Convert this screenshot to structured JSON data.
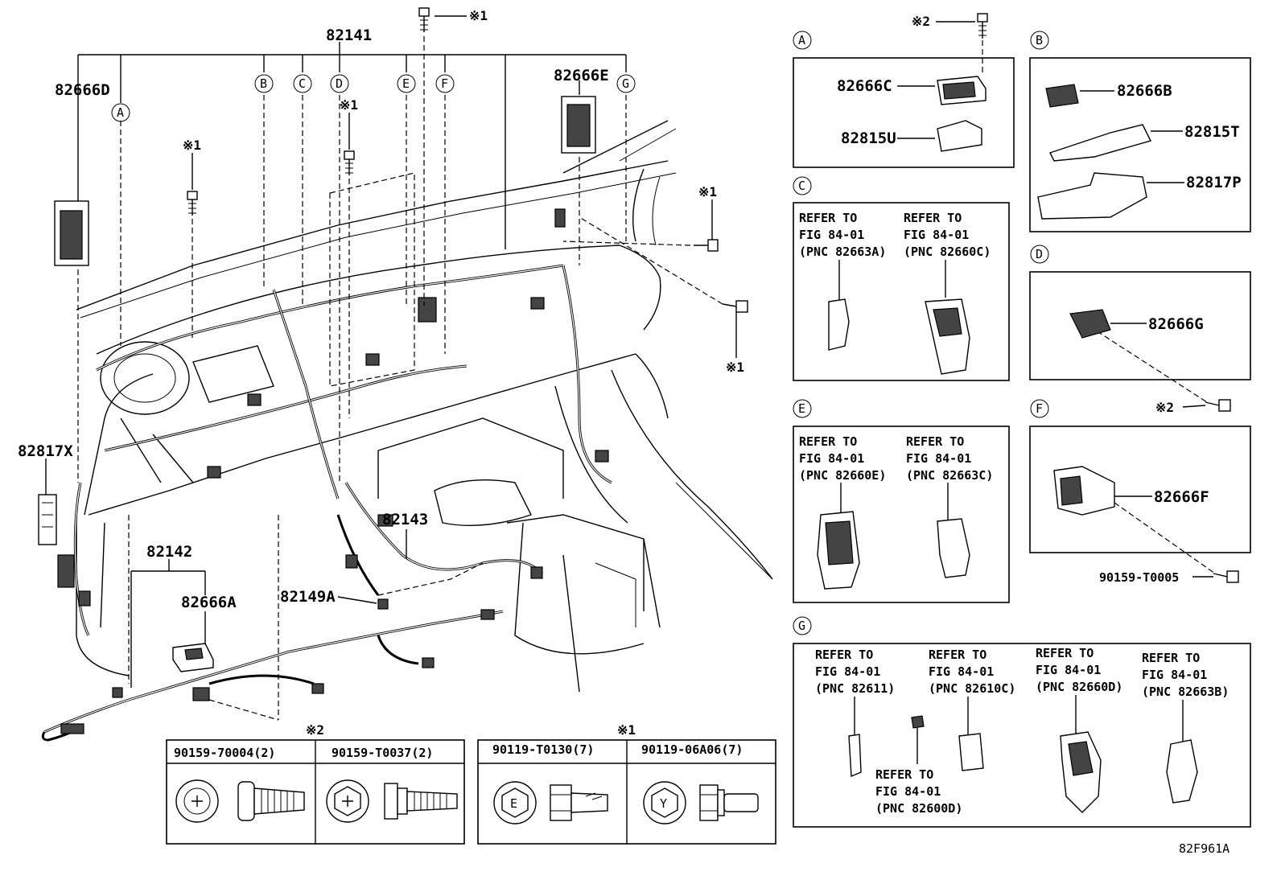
{
  "main_labels": {
    "p82141": "82141",
    "p82666D": "82666D",
    "p82666E": "82666E",
    "p82817X": "82817X",
    "p82142": "82142",
    "p82666A": "82666A",
    "p82143": "82143",
    "p82149A": "82149A"
  },
  "circle_letters": [
    "A",
    "B",
    "C",
    "D",
    "E",
    "F",
    "G"
  ],
  "marks": {
    "m1": "※1",
    "m2": "※2"
  },
  "panel_A": {
    "letter": "A",
    "parts": [
      "82666C",
      "82815U"
    ]
  },
  "panel_B": {
    "letter": "B",
    "parts": [
      "82666B",
      "82815T",
      "82817P"
    ]
  },
  "panel_C": {
    "letter": "C",
    "refs": [
      {
        "l1": "REFER TO",
        "l2": "FIG 84-01",
        "l3": "(PNC 82663A)"
      },
      {
        "l1": "REFER TO",
        "l2": "FIG 84-01",
        "l3": "(PNC 82660C)"
      }
    ]
  },
  "panel_D": {
    "letter": "D",
    "part": "82666G"
  },
  "panel_E": {
    "letter": "E",
    "refs": [
      {
        "l1": "REFER TO",
        "l2": "FIG 84-01",
        "l3": "(PNC 82660E)"
      },
      {
        "l1": "REFER TO",
        "l2": "FIG 84-01",
        "l3": "(PNC 82663C)"
      }
    ]
  },
  "panel_F": {
    "letter": "F",
    "part": "82666F",
    "bolt": "90159-T0005"
  },
  "panel_G": {
    "letter": "G",
    "refs": [
      {
        "l1": "REFER TO",
        "l2": "FIG 84-01",
        "l3": "(PNC 82611)"
      },
      {
        "l1": "REFER TO",
        "l2": "FIG 84-01",
        "l3": "(PNC 82610C)"
      },
      {
        "l1": "REFER TO",
        "l2": "FIG 84-01",
        "l3": "(PNC 82660D)"
      },
      {
        "l1": "REFER TO",
        "l2": "FIG 84-01",
        "l3": "(PNC 82663B)"
      },
      {
        "l1": "REFER TO",
        "l2": "FIG 84-01",
        "l3": "(PNC 82600D)"
      }
    ]
  },
  "fastener_tables": [
    {
      "mark": "※2",
      "cols": [
        "90159-70004(2)",
        "90159-T0037(2)"
      ],
      "head_letters": [
        "",
        ""
      ]
    },
    {
      "mark": "※1",
      "cols": [
        "90119-T0130(7)",
        "90119-06A06(7)"
      ],
      "head_letters": [
        "E",
        "Y"
      ]
    }
  ],
  "figure_code": "82F961A"
}
